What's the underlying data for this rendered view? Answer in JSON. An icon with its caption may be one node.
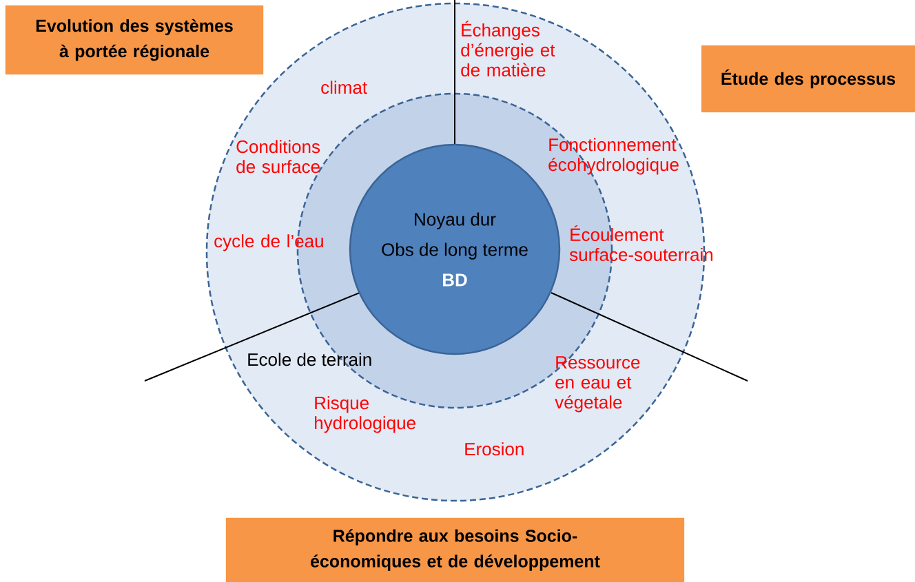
{
  "diagram": {
    "nodes": [
      {
        "text": [],
        "shape": "circle"
      },
      {
        "text": [
          "Ecole de terrain"
        ],
        "in": 0
      },
      {
        "text": [
          "Noyau dur",
          "Obs de long terme",
          "BD"
        ],
        "in": 1
      },
      {
        "text": [
          "Evolution des systèmes à portée régionale"
        ]
      },
      {
        "text": [
          "Étude des processus"
        ]
      },
      {
        "text": [
          "Répondre aux besoins Socio-économiques et de développement"
        ]
      }
    ],
    "labels": [
      "Échanges d’énergie et de matière",
      "climat",
      "Conditions de surface",
      "Fonctionnement écohydrologique",
      "cycle de l’eau",
      "Écoulement surface-souterrain",
      "Ressource en eau et végetale",
      "Risque hydrologique",
      "Erosion"
    ]
  }
}
